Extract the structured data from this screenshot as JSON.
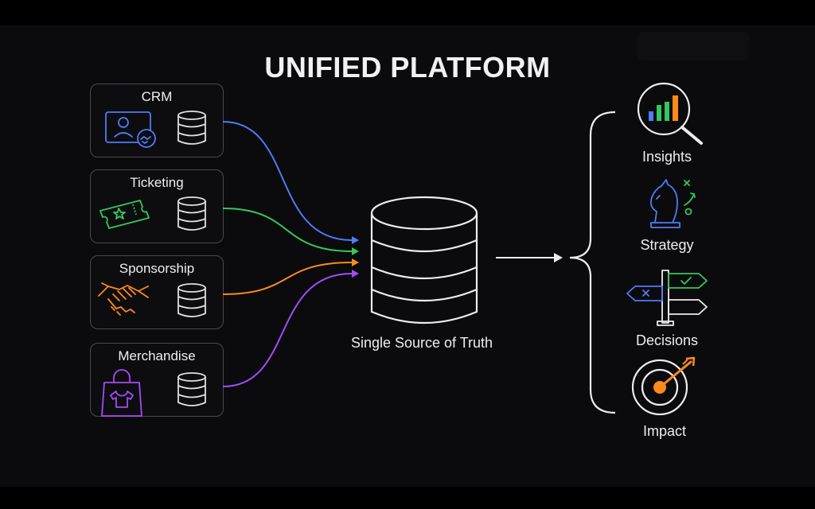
{
  "title": "UNIFIED PLATFORM",
  "hub": {
    "label": "Single Source of Truth"
  },
  "sources": [
    {
      "label": "CRM",
      "icon": "contact-card-handshake-icon",
      "color": "#4f7cf7"
    },
    {
      "label": "Ticketing",
      "icon": "ticket-icon",
      "color": "#34c759"
    },
    {
      "label": "Sponsorship",
      "icon": "handshake-icon",
      "color": "#ff8a1c"
    },
    {
      "label": "Merchandise",
      "icon": "shopping-bag-shirt-icon",
      "color": "#a34cf5"
    }
  ],
  "outcomes": [
    {
      "label": "Insights",
      "icon": "magnifier-bar-chart-icon"
    },
    {
      "label": "Strategy",
      "icon": "chess-knight-icon"
    },
    {
      "label": "Decisions",
      "icon": "signpost-icon"
    },
    {
      "label": "Impact",
      "icon": "target-arrow-icon"
    }
  ],
  "colors": {
    "blue": "#4f7cf7",
    "green": "#34c759",
    "orange": "#ff8a1c",
    "purple": "#a34cf5",
    "stroke": "#e8e8e8"
  }
}
